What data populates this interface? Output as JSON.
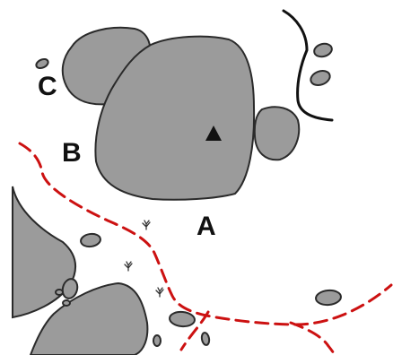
{
  "colors": {
    "background": "#ffffff",
    "rock_fill": "#9b9b9b",
    "rock_stroke": "#2a2a2a",
    "trail": "#cc1111",
    "line": "#111111"
  },
  "labels": {
    "a": "A",
    "b": "B",
    "c": "C"
  },
  "icons": {
    "marker": "triangle-icon",
    "vegetation": "shrub-icon"
  }
}
